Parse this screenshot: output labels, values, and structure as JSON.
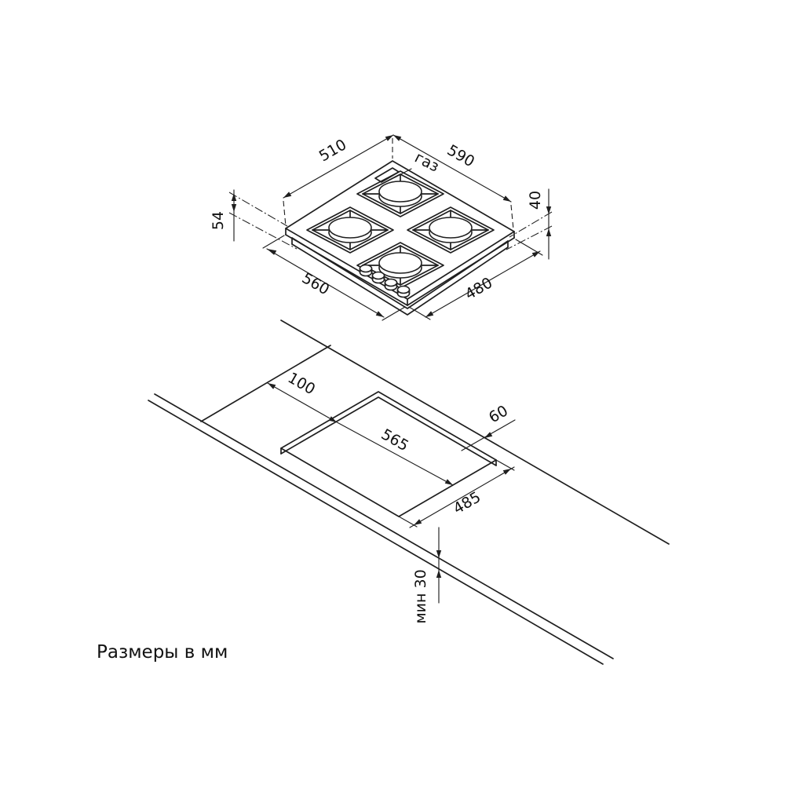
{
  "caption": "Размеры в мм",
  "hob": {
    "label_gas": "газ",
    "dims": {
      "top_left": "510",
      "top_right": "590",
      "height_left": "54",
      "height_right": "40",
      "bottom_left": "560",
      "bottom_right": "480"
    }
  },
  "cutout": {
    "dims": {
      "offset_left": "100",
      "offset_back": "60",
      "width": "565",
      "depth": "485",
      "front_min": "мин 30"
    }
  }
}
